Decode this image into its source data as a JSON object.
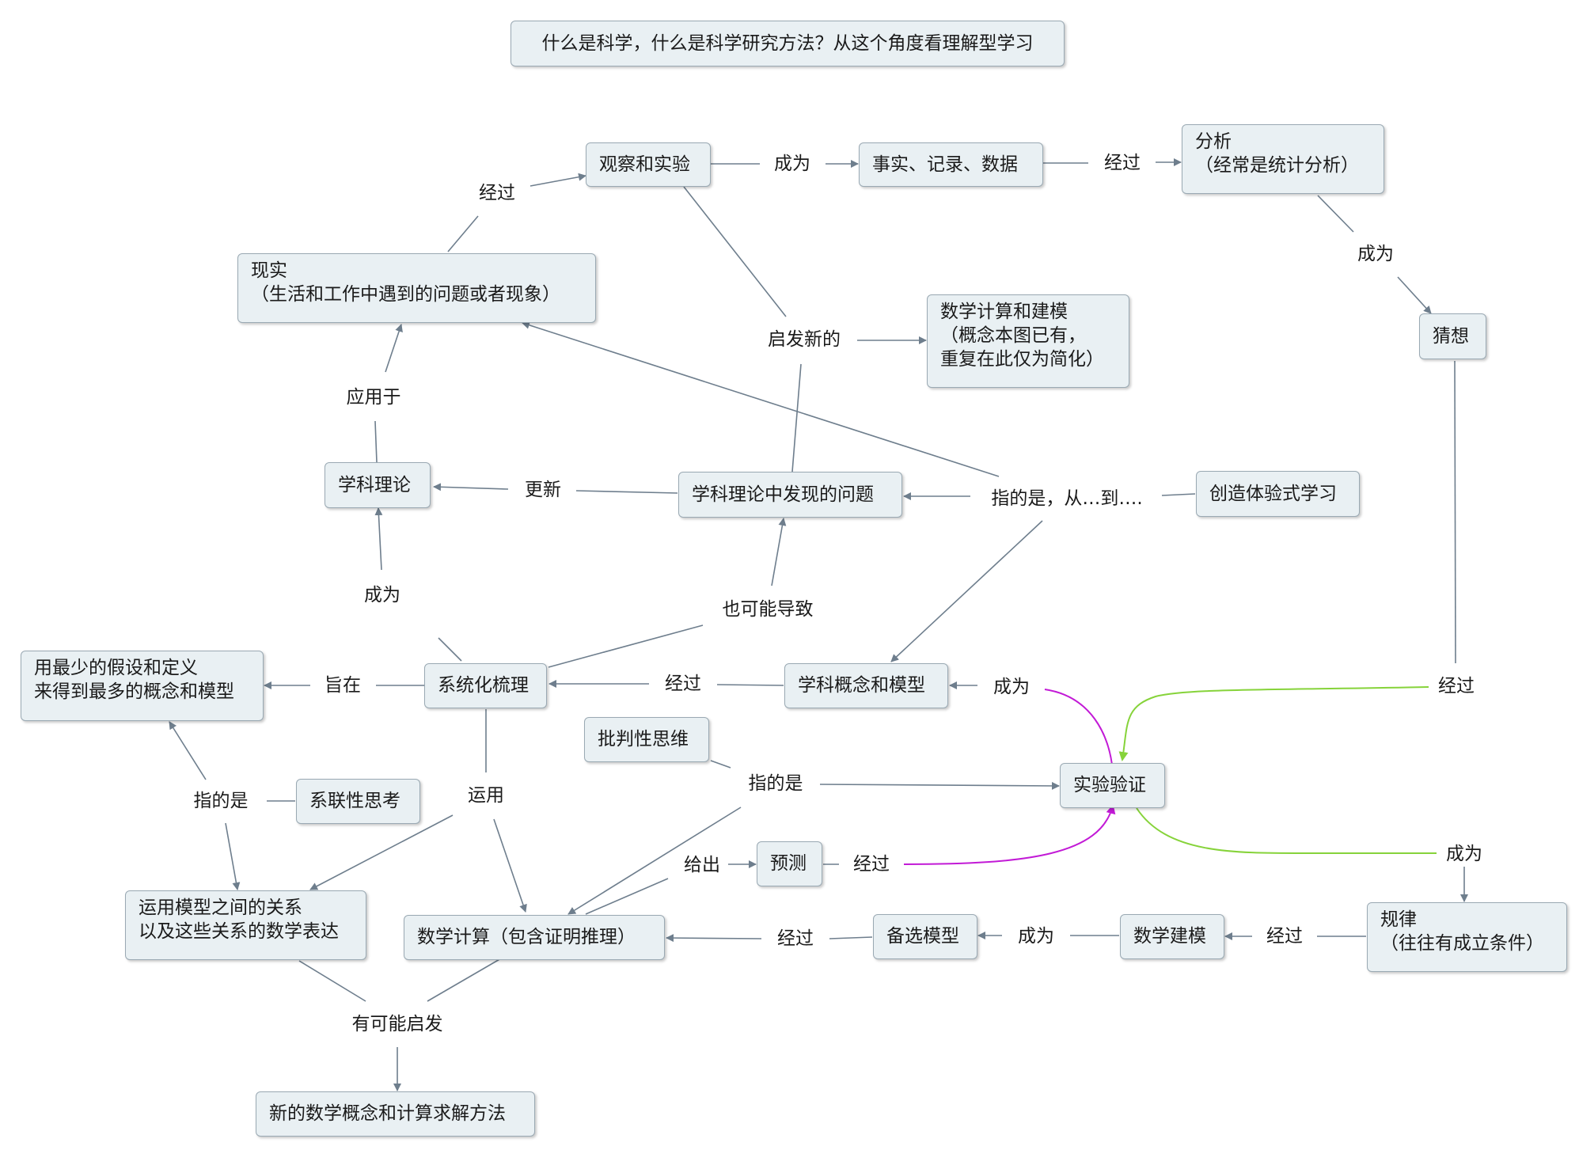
{
  "title": "什么是科学，什么是科学研究方法？从这个角度看理解型学习",
  "nodes": {
    "observe": "观察和实验",
    "facts": "事实、记录、数据",
    "analysis": "分析\n（经常是统计分析）",
    "reality": "现实\n（生活和工作中遇到的问题或者现象）",
    "math_model": "数学计算和建模\n（概念本图已有，\n重复在此仅为简化）",
    "guess": "猜想",
    "theory": "学科理论",
    "problems": "学科理论中发现的问题",
    "creative": "创造体验式学习",
    "min_assume": "用最少的假设和定义\n来得到最多的概念和模型",
    "systematize": "系统化梳理",
    "concepts": "学科概念和模型",
    "critical": "批判性思维",
    "experiment": "实验验证",
    "relational": "系联性思考",
    "predict": "预测",
    "relations": "运用模型之间的关系\n以及这些关系的数学表达",
    "calc": "数学计算（包含证明推理）",
    "candidate": "备选模型",
    "modeling": "数学建模",
    "law": "规律\n（往往有成立条件）",
    "new_methods": "新的数学概念和计算求解方法"
  },
  "labels": {
    "through_1": "经过",
    "become_1": "成为",
    "through_2": "经过",
    "become_2": "成为",
    "inspire_new": "启发新的",
    "apply_to": "应用于",
    "update": "更新",
    "refers_from_to": "指的是，从…到….",
    "become_3": "成为",
    "may_lead": "也可能导致",
    "aim": "旨在",
    "through_3": "经过",
    "become_4": "成为",
    "through_4": "经过",
    "refers_1": "指的是",
    "refers_2": "指的是",
    "use": "运用",
    "give": "给出",
    "through_5": "经过",
    "become_5": "成为",
    "through_6": "经过",
    "become_6": "成为",
    "through_7": "经过",
    "may_inspire": "有可能启发"
  },
  "colors": {
    "line": "#6e7e8d",
    "green": "#86d33a",
    "magenta": "#c21ad6",
    "node_fill": "#e9f0f3",
    "node_border": "#9aa9b3"
  }
}
